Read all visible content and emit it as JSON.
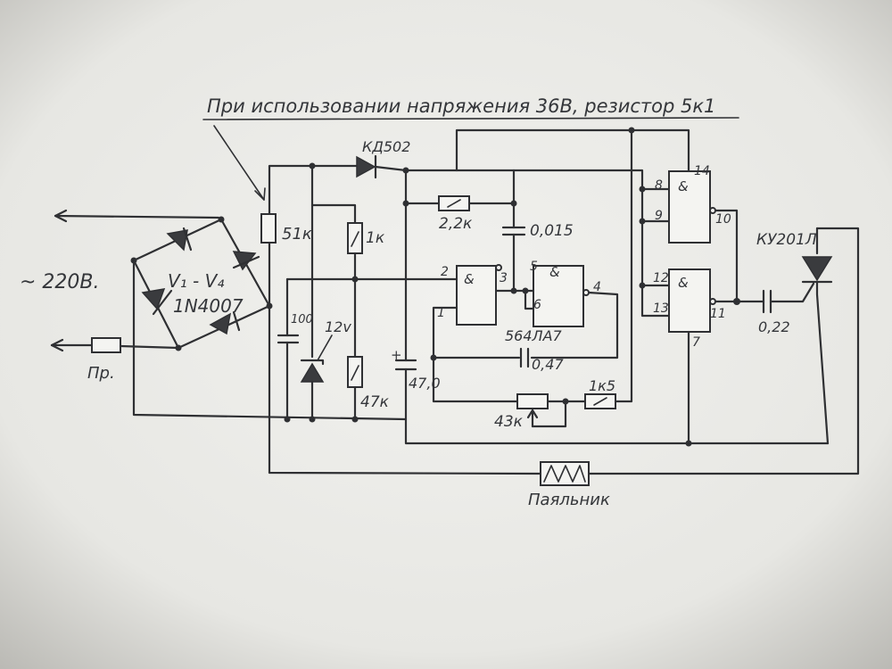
{
  "note": "При использовании напряжения 36В, резистор 5к1",
  "labels": {
    "mains": "~ 220В.",
    "bridge_name": "V₁ - V₄",
    "bridge_part": "1N4007",
    "fuse": "Пр.",
    "r_51k": "51к",
    "r_1k": "1к",
    "zener": "12v",
    "c_100": "100",
    "r_47k": "47к",
    "c_470": "47,0",
    "diode": "КД502",
    "r_22k": "2,2к",
    "c_0015": "0,015",
    "chip": "564ЛА7",
    "c_047": "0,47",
    "pot_43k": "43к",
    "r_1k5": "1к5",
    "thyristor": "КУ201Л",
    "c_022": "0,22",
    "load": "Паяльник",
    "pin_2": "2",
    "pin_3": "3",
    "pin_1": "1",
    "pin_5": "5",
    "pin_6": "6",
    "pin_4": "4",
    "pin_8": "8",
    "pin_9": "9",
    "pin_10": "10",
    "pin_14": "14",
    "pin_12": "12",
    "pin_13": "13",
    "pin_11": "11",
    "pin_7": "7",
    "gate_mark": "&"
  },
  "colors": {
    "paper": "#f2f2ef",
    "ink": "#2f3033"
  }
}
